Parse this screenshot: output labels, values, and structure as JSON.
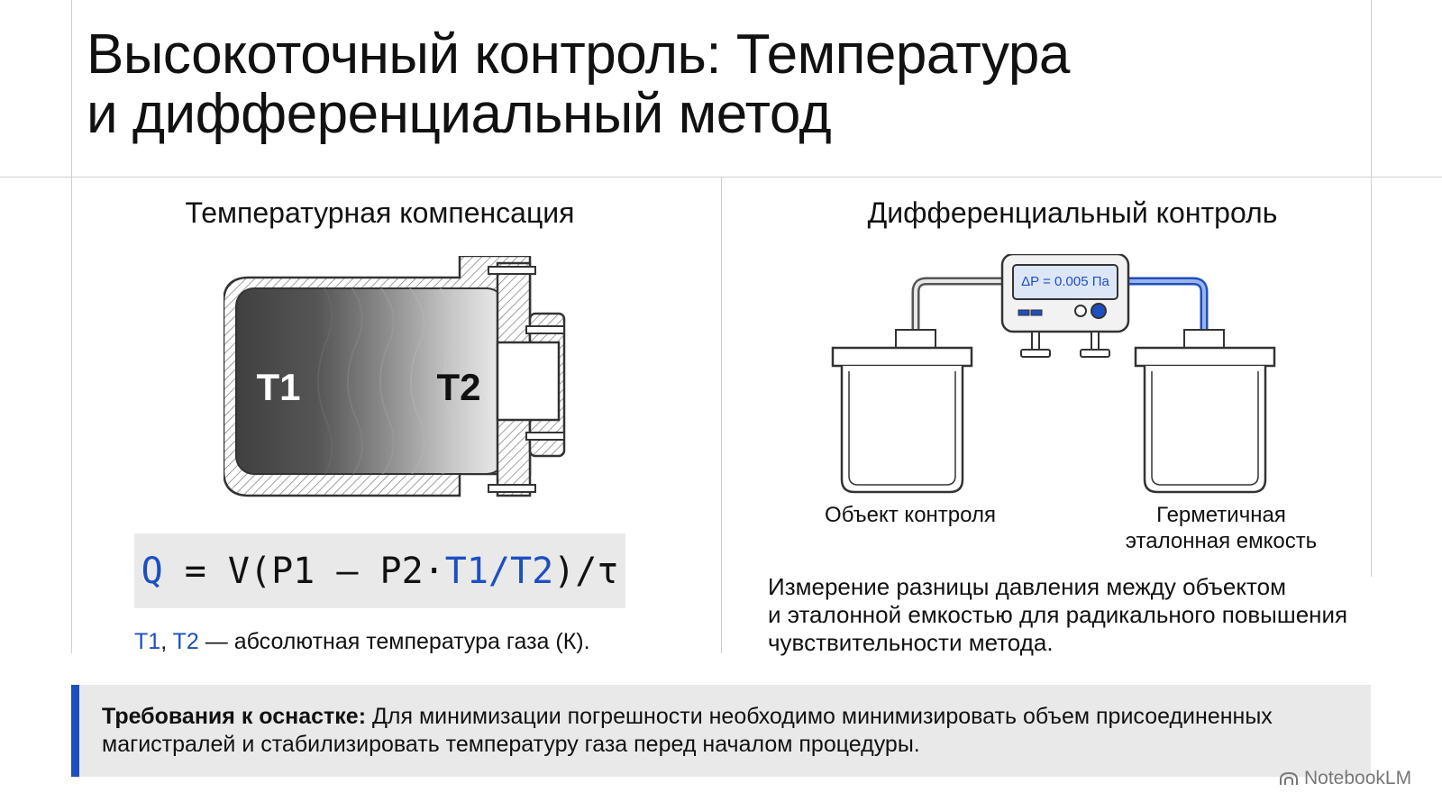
{
  "slide": {
    "title_line1": "Высокоточный контроль: Температура",
    "title_line2": "и дифференциальный метод"
  },
  "left_section": {
    "heading": "Температурная компенсация",
    "vessel_label_1": "T1",
    "vessel_label_2": "T2",
    "formula": {
      "q": "Q",
      "part1": " = V(P1 – P2·",
      "ratio": "T1/T2",
      "part2": ")/τ"
    },
    "note": {
      "t1": "T1",
      "sep": ", ",
      "t2": "T2",
      "text": " — абсолютная температура газа (К)."
    }
  },
  "right_section": {
    "heading": "Дифференциальный контроль",
    "gauge_display": "ΔP = 0.005 Па",
    "caption_object": "Объект контроля",
    "caption_reference_1": "Герметичная",
    "caption_reference_2": "эталонная емкость",
    "description_1": "Измерение разницы давления между объектом",
    "description_2": "и эталонной емкостью для радикального повышения",
    "description_3": "чувствительности метода."
  },
  "requirements": {
    "label": "Требования к оснастке:",
    "text": " Для минимизации погрешности необходимо минимизировать объем присоединенных магистралей и стабилизировать температуру газа перед началом процедуры."
  },
  "branding": {
    "logo_text": "NotebookLM",
    "icon": "notebooklm-logo-icon"
  },
  "colors": {
    "accent": "#1d4fc0",
    "panel": "#e9e9e9",
    "divider": "#cfcfcf"
  }
}
